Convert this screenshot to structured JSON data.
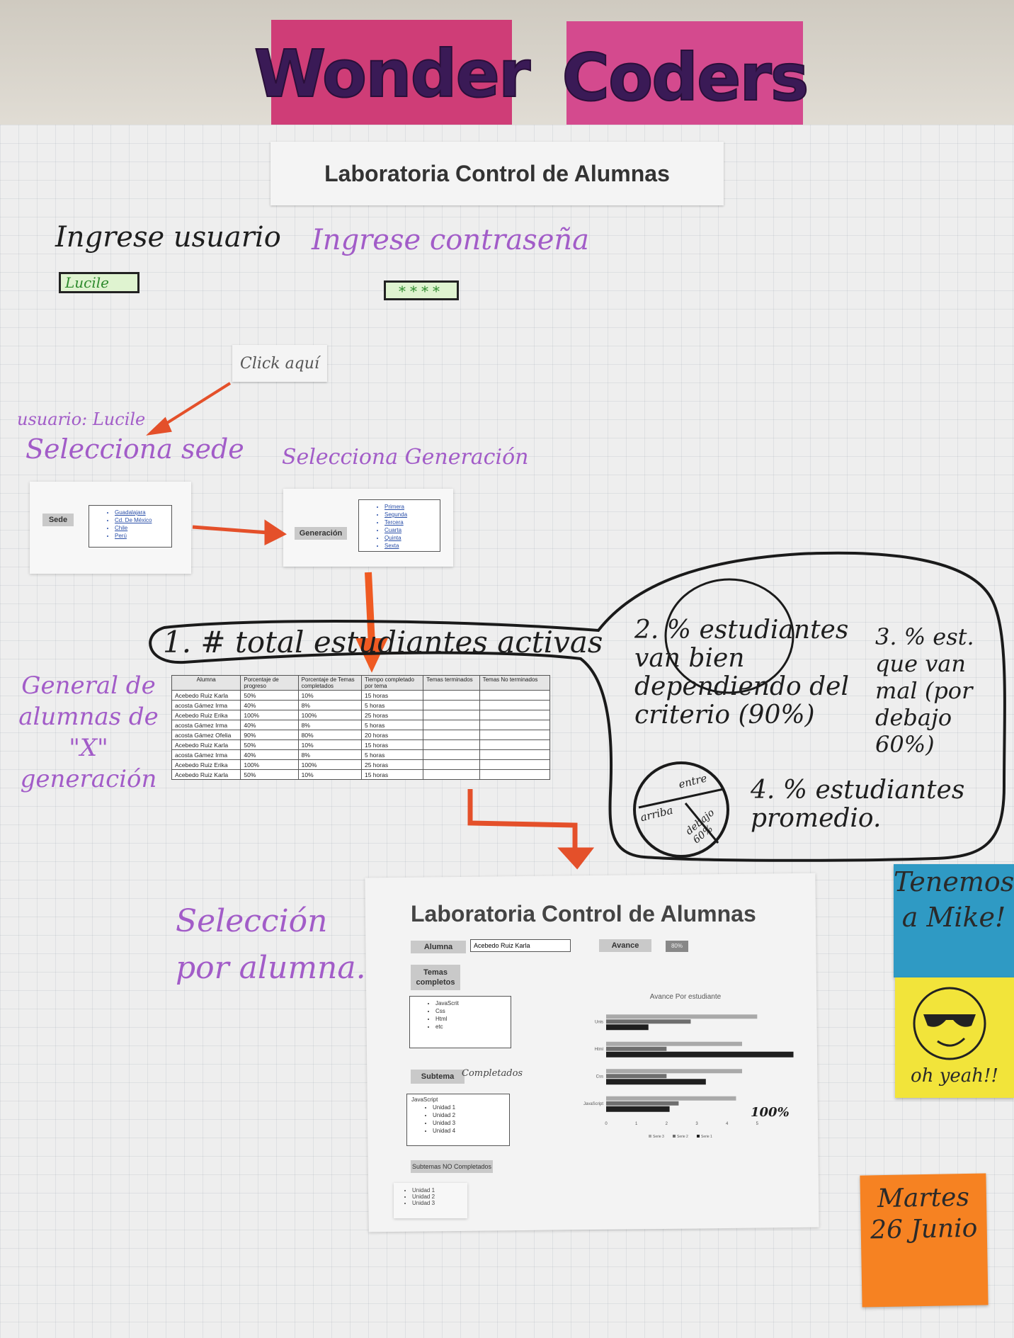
{
  "header": {
    "title_left": "Wonder",
    "title_right": "Coders"
  },
  "poster_title": "Laboratoria Control de Alumnas",
  "login": {
    "user_prompt": "Ingrese usuario",
    "user_value": "Lucile",
    "password_prompt": "Ingrese contraseña",
    "password_value": "****",
    "click_note": "Click aquí",
    "user_display": "usuario: Lucile"
  },
  "select_sede": {
    "heading": "Selecciona sede",
    "label": "Sede",
    "options": [
      "Guadalajara",
      "Cd. De México",
      "Chile",
      "Perú"
    ]
  },
  "select_generation": {
    "heading": "Selecciona Generación",
    "label": "Generación",
    "options": [
      "Primera",
      "Segunda",
      "Tercera",
      "Cuarta",
      "Quinta",
      "Sexta"
    ]
  },
  "general_label": "General de alumnas de \"X\" generación",
  "bubble": {
    "item1": "1. # total estudiantes activas",
    "item2": "2. % estudiantes van bien dependiendo del criterio (90%)",
    "item3": "3. % est. que van mal (por debajo 60%)",
    "item4": "4. % estudiantes promedio.",
    "pie_labels": [
      "arriba",
      "entre",
      "debajo 60%"
    ]
  },
  "table": {
    "headers": [
      "Alumna",
      "Porcentaje de progreso",
      "Porcentaje de Temas completados",
      "Tiempo completado por tema",
      "Temas terminados",
      "Temas No terminados"
    ],
    "rows": [
      [
        "Acebedo Ruiz Karla",
        "50%",
        "10%",
        "15 horas",
        "",
        ""
      ],
      [
        "acosta Gámez Irma",
        "40%",
        "8%",
        "5 horas",
        "",
        ""
      ],
      [
        "Acebedo Ruiz Erika",
        "100%",
        "100%",
        "25 horas",
        "",
        ""
      ],
      [
        "acosta Gámez Irma",
        "40%",
        "8%",
        "5 horas",
        "",
        ""
      ],
      [
        "acosta Gámez Ofelia",
        "90%",
        "80%",
        "20 horas",
        "",
        ""
      ],
      [
        "Acebedo Ruiz Karla",
        "50%",
        "10%",
        "15 horas",
        "",
        ""
      ],
      [
        "acosta Gámez Irma",
        "40%",
        "8%",
        "5 horas",
        "",
        ""
      ],
      [
        "Acebedo Ruiz Erika",
        "100%",
        "100%",
        "25 horas",
        "",
        ""
      ],
      [
        "Acebedo Ruiz Karla",
        "50%",
        "10%",
        "15 horas",
        "",
        ""
      ]
    ]
  },
  "student_view": {
    "section_label": "Selección por alumna.",
    "title": "Laboratoria Control de Alumnas",
    "alumna_label": "Alumna",
    "alumna_value": "Acebedo Ruiz Karla",
    "avance_label": "Avance",
    "avance_value": "80%",
    "temas_label": "Temas completos",
    "temas": [
      "JavaScrit",
      "Css",
      "Html",
      "etc"
    ],
    "subtema_label": "Subtema",
    "subtema_note": "Completados",
    "subtema_group": "JavaScript",
    "subtemas": [
      "Unidad 1",
      "Unidad 2",
      "Unidad 3",
      "Unidad 4"
    ],
    "no_completados_label": "Subtemas NO Completados",
    "no_completados": [
      "Unidad 1",
      "Unidad 2",
      "Unidad 3"
    ],
    "chart_title": "Avance Por estudiante",
    "chart_note": "100%"
  },
  "chart_data": {
    "type": "bar",
    "title": "Avance Por estudiante",
    "categories": [
      "Unis",
      "Html",
      "Css",
      "JavaScript"
    ],
    "series": [
      {
        "name": "Serie 3",
        "values": [
          5,
          4.5,
          4.5,
          4.3
        ]
      },
      {
        "name": "Serie 2",
        "values": [
          2.8,
          2,
          2,
          2.4
        ]
      },
      {
        "name": "Serie 1",
        "values": [
          1.4,
          6.2,
          3.3,
          2.1
        ]
      }
    ],
    "xlim": [
      0,
      6
    ],
    "xticks": [
      "0",
      "1",
      "2",
      "3",
      "4",
      "5"
    ]
  },
  "stickies": {
    "mike": "Tenemos a Mike!",
    "smiley": "oh yeah!!",
    "date": "Martes 26 Junio"
  }
}
